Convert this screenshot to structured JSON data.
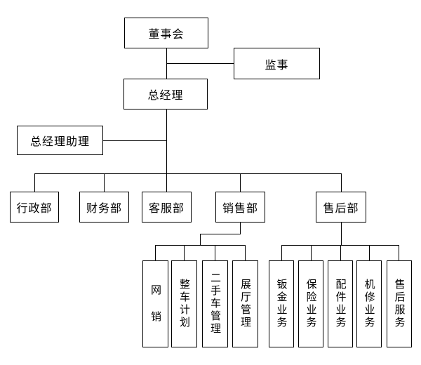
{
  "diagram": {
    "type": "org-chart",
    "line_color": "#000000",
    "background_color": "#ffffff",
    "nodes": {
      "board": {
        "label": "董事会"
      },
      "supervisor": {
        "label": "监事"
      },
      "general_manager": {
        "label": "总经理"
      },
      "gm_assistant": {
        "label": "总经理助理"
      },
      "admin_dept": {
        "label": "行政部"
      },
      "finance_dept": {
        "label": "财务部"
      },
      "customer_service_dept": {
        "label": "客服部"
      },
      "sales_dept": {
        "label": "销售部"
      },
      "after_sales_dept": {
        "label": "售后部"
      },
      "online_sales": {
        "label": "网 销"
      },
      "vehicle_planning": {
        "label": "整车计划"
      },
      "used_car_management": {
        "label": "二手车管理"
      },
      "showroom_management": {
        "label": "展厅管理"
      },
      "sheet_metal": {
        "label": "钣金业务"
      },
      "insurance": {
        "label": "保险业务"
      },
      "parts": {
        "label": "配件业务"
      },
      "mechanical_repair": {
        "label": "机修业务"
      },
      "after_sales_service": {
        "label": "售后服务"
      }
    },
    "edges": [
      [
        "董事会",
        "总经理"
      ],
      [
        "董事会",
        "监事"
      ],
      [
        "总经理",
        "总经理助理"
      ],
      [
        "总经理",
        "行政部"
      ],
      [
        "总经理",
        "财务部"
      ],
      [
        "总经理",
        "客服部"
      ],
      [
        "总经理",
        "销售部"
      ],
      [
        "总经理",
        "售后部"
      ],
      [
        "销售部",
        "网 销"
      ],
      [
        "销售部",
        "整车计划"
      ],
      [
        "销售部",
        "二手车管理"
      ],
      [
        "销售部",
        "展厅管理"
      ],
      [
        "售后部",
        "钣金业务"
      ],
      [
        "售后部",
        "保险业务"
      ],
      [
        "售后部",
        "配件业务"
      ],
      [
        "售后部",
        "机修业务"
      ],
      [
        "售后部",
        "售后服务"
      ]
    ]
  }
}
